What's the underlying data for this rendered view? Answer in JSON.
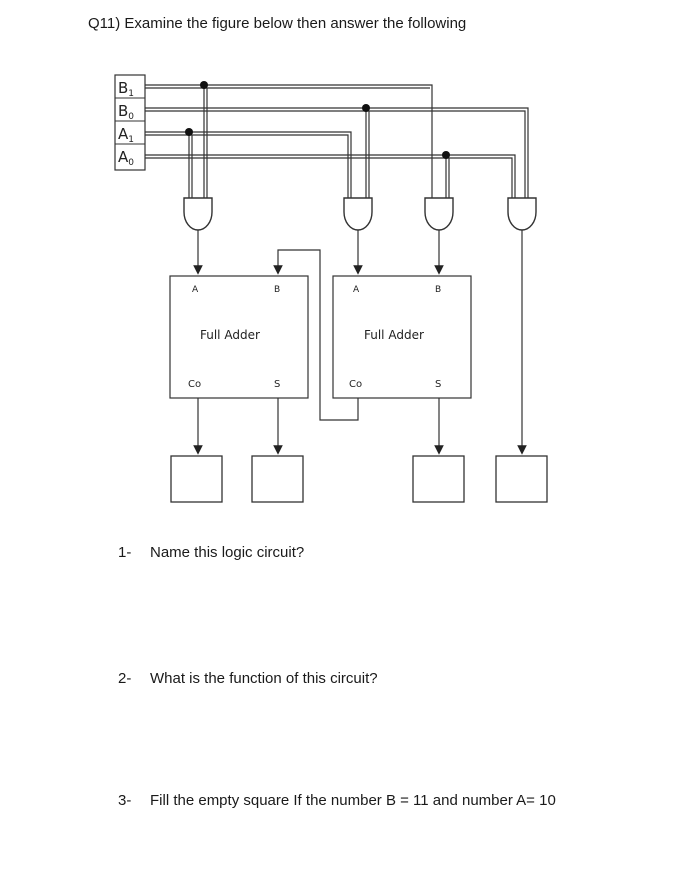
{
  "title": "Q11) Examine the figure below then answer the following",
  "circuit": {
    "inputs": [
      "B1",
      "B0",
      "A1",
      "A0"
    ],
    "adder_left": {
      "pin_a": "A",
      "pin_b": "B",
      "label": "Full Adder",
      "pin_co": "Co",
      "pin_s": "S"
    },
    "adder_right": {
      "pin_a": "A",
      "pin_b": "B",
      "label": "Full Adder",
      "pin_co": "Co",
      "pin_s": "S"
    }
  },
  "questions": [
    {
      "number": "1-",
      "text": "Name this logic circuit?"
    },
    {
      "number": "2-",
      "text": "What is the function of this circuit?"
    },
    {
      "number": "3-",
      "text": "Fill the empty square If the number B = 11 and number A= 10"
    }
  ]
}
